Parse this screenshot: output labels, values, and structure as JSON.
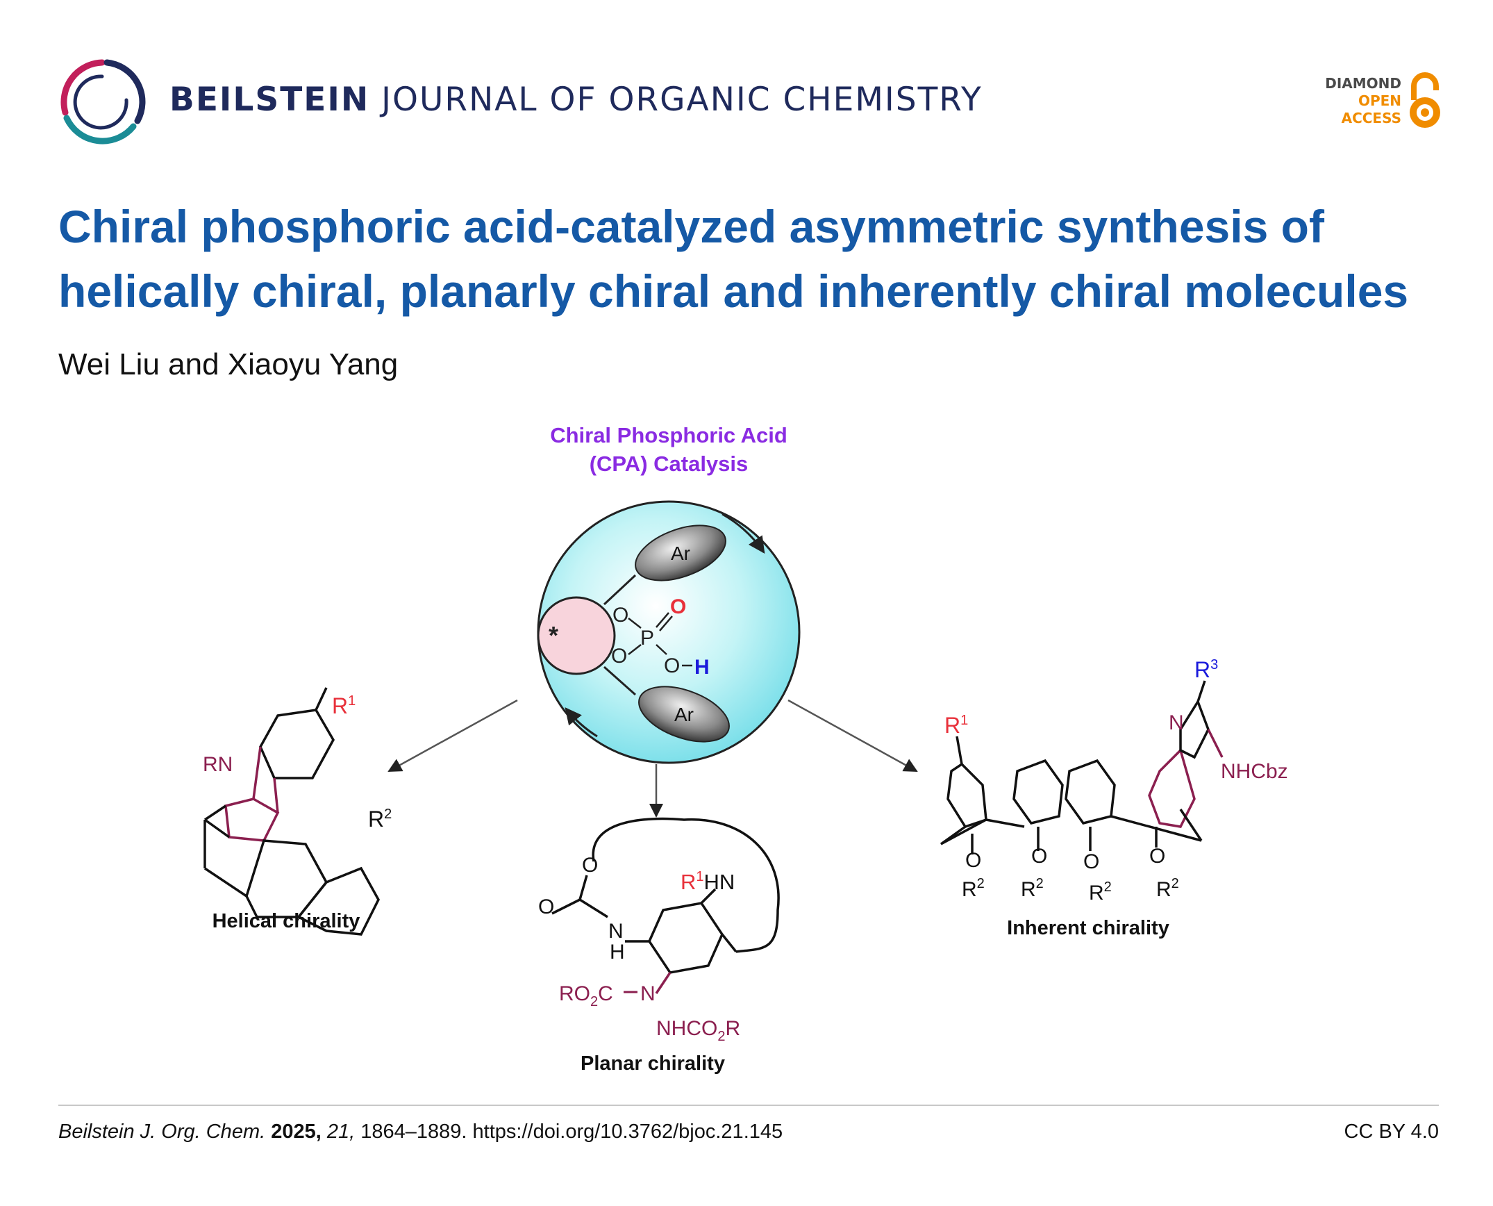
{
  "journal": {
    "name_bold": "BEILSTEIN",
    "name_rest": "JOURNAL OF ORGANIC CHEMISTRY",
    "logo_icon": "beilstein-ring-logo"
  },
  "open_access": {
    "line1": "DIAMOND",
    "line2": "OPEN",
    "line3": "ACCESS",
    "icon": "open-lock-icon",
    "color": "#f08c00"
  },
  "article": {
    "title_line1": "Chiral phosphoric acid-catalyzed asymmetric synthesis of",
    "title_line2": "helically chiral, planarly chiral and inherently chiral molecules",
    "authors": "Wei Liu and Xiaoyu Yang"
  },
  "figure": {
    "cpa_title_line1": "Chiral Phosphoric Acid",
    "cpa_title_line2": "(CPA) Catalysis",
    "ar_top": "Ar",
    "ar_bottom": "Ar",
    "star": "*",
    "atom_o": "O",
    "atom_p": "P",
    "atom_h": "H",
    "helical_label": "Helical chirality",
    "planar_label": "Planar chirality",
    "inherent_label": "Inherent chirality",
    "r": "R",
    "sup1": "1",
    "sup2": "2",
    "sup3": "3",
    "rn": "RN",
    "hn": "HN",
    "nh_n": "N",
    "nh_h": "H",
    "o_ring": "O",
    "o_carbonyl": "O",
    "ro2c": "RO",
    "ro2c_sub": "2",
    "ro2c_c": "C",
    "n_hydrazine": "N",
    "nhco2r": "NHCO",
    "nhco2r_sub": "2",
    "nhco2r_r": "R",
    "n_pyridine": "N",
    "nhcbz": "NHCbz",
    "colors": {
      "cpa_title": "#8a2be2",
      "accent_maroon": "#8b1f4f",
      "red": "#e8303a",
      "blue": "#1a1adb",
      "sphere": "#b8f0f4"
    }
  },
  "footer": {
    "journal_abbrev": "Beilstein J. Org. Chem.",
    "year": "2025,",
    "volume": "21,",
    "pages_doi": "1864–1889. https://doi.org/10.3762/bjoc.21.145",
    "license": "CC BY 4.0"
  }
}
